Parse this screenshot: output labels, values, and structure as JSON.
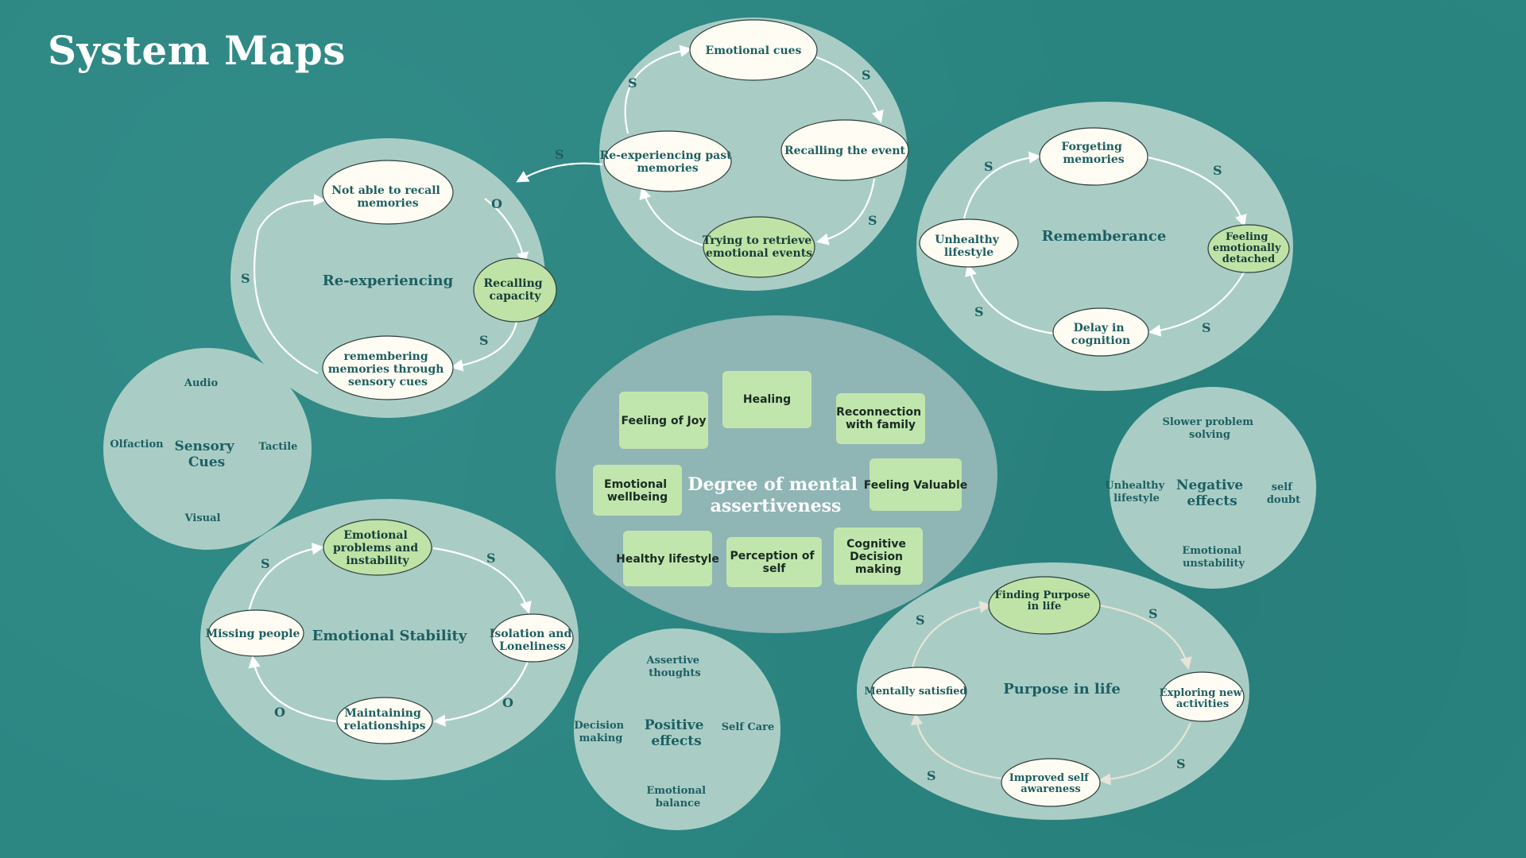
{
  "page_title": "System Maps",
  "colors": {
    "background": "#2a8682",
    "map_circle": "#a9cdc5",
    "center_circle": "#8fb5b5",
    "node_white": "#fffdf3",
    "node_green": "#bfe3a6",
    "text_teal": "#1d5f62"
  },
  "center": {
    "title": [
      "Degree of mental",
      "assertiveness"
    ],
    "boxes": [
      [
        "Feeling of Joy"
      ],
      [
        "Healing"
      ],
      [
        "Reconnection",
        "with family"
      ],
      [
        "Emotional",
        "wellbeing"
      ],
      [
        "Feeling Valuable"
      ],
      [
        "Healthy lifestyle"
      ],
      [
        "Perception of",
        "self"
      ],
      [
        "Cognitive",
        "Decision",
        "making"
      ]
    ]
  },
  "emotional_cues_loop": {
    "nodes": [
      [
        "Emotional cues"
      ],
      [
        "Recalling the event"
      ],
      [
        "Trying to retrieve",
        "emotional events"
      ],
      [
        "Re-experiencing past",
        "memories"
      ]
    ],
    "links": [
      "S",
      "S",
      "S"
    ],
    "outgoing_link": "S"
  },
  "re_experiencing": {
    "title": "Re-experiencing",
    "nodes": [
      [
        "Not able to recall",
        "memories"
      ],
      [
        "Recalling",
        "capacity"
      ],
      [
        "remembering",
        "memories through",
        "sensory cues"
      ]
    ],
    "links": [
      "O",
      "S",
      "S"
    ]
  },
  "rememberance": {
    "title": "Rememberance",
    "nodes": [
      [
        "Forgeting",
        "memories"
      ],
      [
        "Feeling",
        "emotionally",
        "detached"
      ],
      [
        "Delay in",
        "cognition"
      ],
      [
        "Unhealthy",
        "lifestyle"
      ]
    ],
    "links": [
      "S",
      "S",
      "S",
      "S"
    ]
  },
  "sensory_cues": {
    "title": [
      "Sensory",
      "Cues"
    ],
    "items": [
      "Audio",
      "Olfaction",
      "Tactile",
      "Visual"
    ]
  },
  "negative_effects": {
    "title": [
      "Negative",
      "effects"
    ],
    "items": [
      [
        "Slower problem",
        "solving"
      ],
      [
        "Unhealthy",
        "lifestyle"
      ],
      [
        "self",
        "doubt"
      ],
      [
        "Emotional",
        "unstability"
      ]
    ]
  },
  "emotional_stability": {
    "title": "Emotional Stability",
    "nodes": [
      [
        "Emotional",
        "problems and",
        "instability"
      ],
      [
        "Isolation and",
        "Loneliness"
      ],
      [
        "Maintaining",
        "relationships"
      ],
      [
        "Missing people"
      ]
    ],
    "links": [
      "S",
      "O",
      "O",
      "S"
    ]
  },
  "positive_effects": {
    "title": [
      "Positive",
      "effects"
    ],
    "items": [
      [
        "Assertive",
        "thoughts"
      ],
      [
        "Decision",
        "making"
      ],
      [
        "Self Care"
      ],
      [
        "Emotional",
        "balance"
      ]
    ]
  },
  "purpose_in_life": {
    "title": "Purpose in life",
    "nodes": [
      [
        "Finding Purpose",
        "in life"
      ],
      [
        "Exploring new",
        "activities"
      ],
      [
        "Improved self",
        "awareness"
      ],
      [
        "Mentally satisfied"
      ]
    ],
    "links": [
      "S",
      "S",
      "S",
      "S"
    ]
  }
}
